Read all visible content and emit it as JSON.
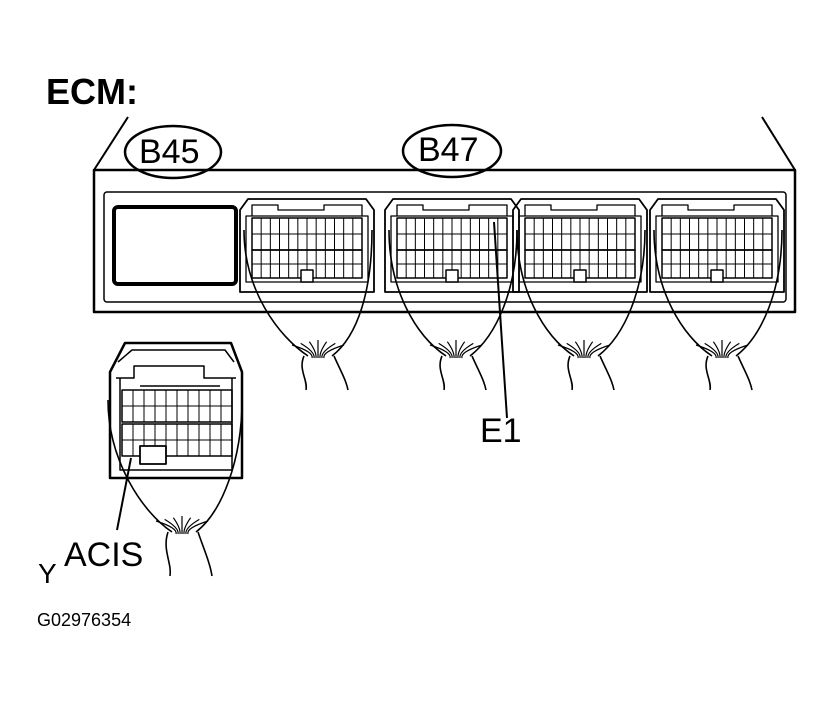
{
  "title": "ECM:",
  "connectors": {
    "b45": "B45",
    "b47": "B47"
  },
  "terminals": {
    "e1": "E1",
    "acis": "ACIS"
  },
  "corner_mark": "Y",
  "figure_code": "G02976354",
  "colors": {
    "line": "#000000",
    "background": "#ffffff"
  }
}
